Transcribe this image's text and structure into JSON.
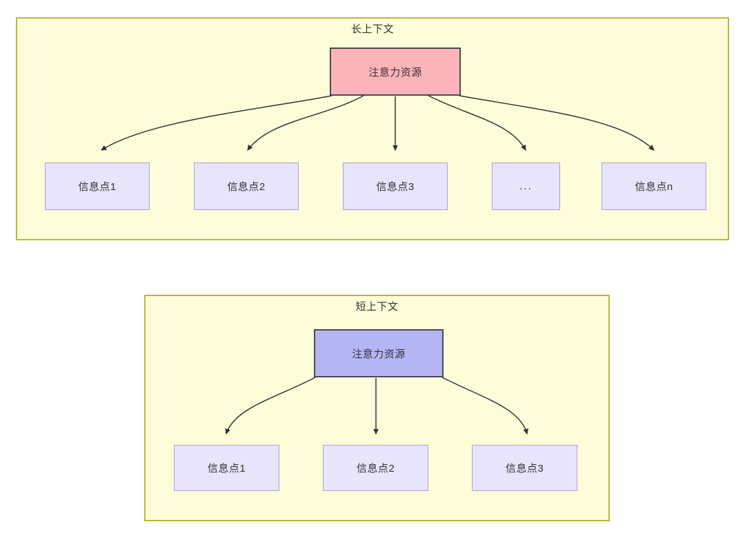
{
  "diagram": {
    "title_semantic": "attention-resource-context-comparison",
    "colors": {
      "group_fill": "#fdfdd9",
      "group_border": "#b9b936",
      "root_long_fill": "#fcb4bb",
      "root_short_fill": "#b5b5f5",
      "root_border": "#4a4a52",
      "leaf_fill": "#e7e4fb",
      "leaf_border": "#b39ddb",
      "arrow": "#333333",
      "text": "#333333"
    },
    "groups": [
      {
        "id": "long-context",
        "label": "长上下文",
        "root": {
          "id": "root-long",
          "label": "注意力资源"
        },
        "leaves": [
          {
            "id": "info-point-1",
            "label": "信息点1"
          },
          {
            "id": "info-point-2",
            "label": "信息点2"
          },
          {
            "id": "info-point-3",
            "label": "信息点3"
          },
          {
            "id": "info-point-ellipsis",
            "label": "..."
          },
          {
            "id": "info-point-n",
            "label": "信息点n"
          }
        ]
      },
      {
        "id": "short-context",
        "label": "短上下文",
        "root": {
          "id": "root-short",
          "label": "注意力资源"
        },
        "leaves": [
          {
            "id": "info-point-1",
            "label": "信息点1"
          },
          {
            "id": "info-point-2",
            "label": "信息点2"
          },
          {
            "id": "info-point-3",
            "label": "信息点3"
          }
        ]
      }
    ]
  }
}
